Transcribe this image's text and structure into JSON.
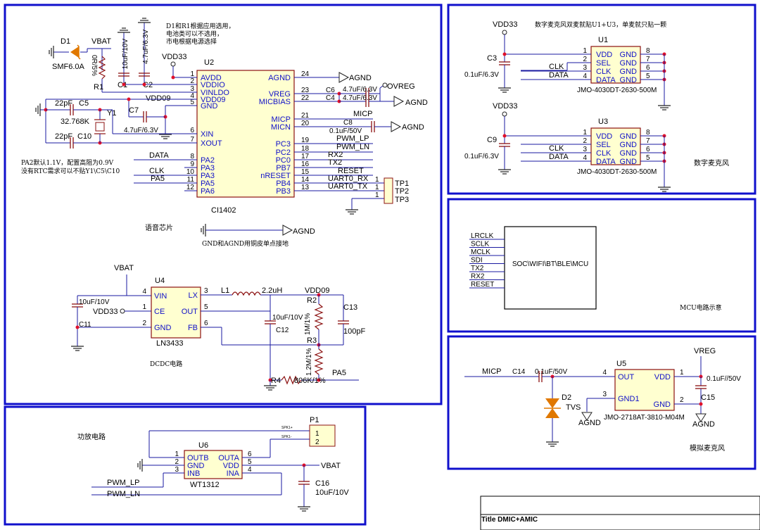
{
  "colors": {
    "frame": "#1010cc",
    "wire": "#1a1aa0",
    "body": "#8b1010",
    "fill": "#ffffd0",
    "junction": "#e0102a",
    "pin": "#1010c8",
    "text": "#000000",
    "diode": "#e07800"
  },
  "main": {
    "u2": {
      "ref": "U2",
      "part": "CI1402",
      "left_pins": [
        [
          "1",
          "AVDD"
        ],
        [
          "2",
          "VDDIO"
        ],
        [
          "3",
          "VINLDO"
        ],
        [
          "4",
          "VDD09"
        ],
        [
          "5",
          "GND"
        ],
        [
          "6",
          "XIN"
        ],
        [
          "7",
          "XOUT"
        ],
        [
          "8",
          "PA2"
        ],
        [
          "9",
          "PA3"
        ],
        [
          "10",
          "PA3"
        ],
        [
          "11",
          "PA5"
        ],
        [
          "12",
          "PA6"
        ]
      ],
      "right_pins": [
        [
          "24",
          "AGND"
        ],
        [
          "23",
          "VREG"
        ],
        [
          "22",
          "MICBIAS"
        ],
        [
          "21",
          "MICP"
        ],
        [
          "20",
          "MICN"
        ],
        [
          "19",
          "PC3"
        ],
        [
          "18",
          "PC2"
        ],
        [
          "17",
          "PC0"
        ],
        [
          "16",
          "PB7"
        ],
        [
          "15",
          "nRESET"
        ],
        [
          "14",
          "PB4"
        ],
        [
          "13",
          "PB3"
        ]
      ]
    },
    "note1": [
      "D1和R1根据应用选用，",
      "电池类可以不选用，",
      "市电根据电源选择"
    ],
    "note2": [
      "PA2默认1.1V，配置高阻为0.9V",
      "没有RTC需求可以不贴Y1\\C5\\C10"
    ],
    "label_chip": "语音芯片",
    "label_gnd": "GND和AGND用铜皮单点接地",
    "label_dcdc": "DCDC电路",
    "d1": {
      "ref": "D1",
      "part": "SMF6.0A"
    },
    "r1": {
      "ref": "R1",
      "val": "0R/5%"
    },
    "c1": {
      "ref": "C1",
      "val": "10uF/10V"
    },
    "c2": {
      "ref": "C2",
      "val": "4.7uF/6.3V"
    },
    "c5": {
      "ref": "C5",
      "val": "22pF"
    },
    "c10": {
      "ref": "C10",
      "val": "22pF"
    },
    "y1": {
      "ref": "Y1",
      "val": "32.768K"
    },
    "c7": {
      "ref": "C7",
      "val": "4.7uF/6.3V"
    },
    "c6": {
      "ref": "C6",
      "val": "4.7uF/6.3V"
    },
    "c4": {
      "ref": "C4",
      "val": "4.7uF/6.3V"
    },
    "c8": {
      "ref": "C8",
      "val": "0.1uF/50V"
    },
    "nets": {
      "vbat": "VBAT",
      "vdd33": "VDD33",
      "vdd09": "VDD09",
      "agnd": "AGND",
      "ovreg": "OVREG",
      "micp": "MICP",
      "data": "DATA",
      "clk": "CLK",
      "pa5": "PA5",
      "pwm_lp": "PWM_LP",
      "pwm_ln": "PWM_LN",
      "rx2": "RX2",
      "tx2": "TX2",
      "reset": "RESET",
      "uart_rx": "UART0_RX",
      "uart_tx": "UART0_TX"
    },
    "tp": [
      [
        "1",
        "TP1"
      ],
      [
        "1",
        "TP2"
      ],
      [
        "1",
        "TP3"
      ]
    ],
    "u4": {
      "ref": "U4",
      "part": "LN3433",
      "left_pins": [
        [
          "4",
          "VIN"
        ],
        [
          "1",
          "CE"
        ],
        [
          "2",
          "GND"
        ]
      ],
      "right_pins": [
        [
          "3",
          "LX"
        ],
        [
          "5",
          "OUT"
        ],
        [
          "6",
          "FB"
        ]
      ]
    },
    "l1": {
      "ref": "L1",
      "val": "2.2uH"
    },
    "c11": {
      "ref": "C11",
      "val": "10uF/10V"
    },
    "c12": {
      "ref": "C12",
      "val": "10uF/10V"
    },
    "c13": {
      "ref": "C13",
      "val": "100pF"
    },
    "r2": {
      "ref": "R2",
      "val": "1M/1%"
    },
    "r3": {
      "ref": "R3",
      "val": "1.2M/1%"
    },
    "r4": {
      "ref": "R4",
      "val": "806K/1%"
    }
  },
  "amp": {
    "label": "功放电路",
    "u6": {
      "ref": "U6",
      "part": "WT1312",
      "left_pins": [
        [
          "1",
          "OUTB"
        ],
        [
          "2",
          "GND"
        ],
        [
          "3",
          "INB"
        ]
      ],
      "right_pins": [
        [
          "6",
          "OUTA"
        ],
        [
          "5",
          "VDD"
        ],
        [
          "4",
          "INA"
        ]
      ]
    },
    "p1": {
      "ref": "P1",
      "pins": [
        "1",
        "2"
      ],
      "nets": [
        "SPK1+",
        "SPK1-"
      ]
    },
    "c16": {
      "ref": "C16",
      "val": "10uF/10V"
    },
    "vbat": "VBAT",
    "pwm_lp": "PWM_LP",
    "pwm_ln": "PWM_LN"
  },
  "dmic": {
    "note": "数字麦克风双麦就贴U1+U3，单麦就只贴一颗",
    "label": "数字麦克风",
    "mics": [
      {
        "ref": "U1",
        "part": "JMO-4030DT-2630-500M",
        "cap_ref": "C3",
        "cap_val": "0.1uF/6.3V",
        "net": "VDD33"
      },
      {
        "ref": "U3",
        "part": "JMO-4030DT-2630-500M",
        "cap_ref": "C9",
        "cap_val": "0.1uF/6.3V",
        "net": "VDD33"
      }
    ],
    "left_pins": [
      [
        "1",
        "VDD"
      ],
      [
        "2",
        "SEL"
      ],
      [
        "3",
        "CLK"
      ],
      [
        "4",
        "DATA"
      ]
    ],
    "right_pins": [
      [
        "8",
        "GND"
      ],
      [
        "7",
        "GND"
      ],
      [
        "6",
        "GND"
      ],
      [
        "5",
        "GND"
      ]
    ],
    "clk": "CLK",
    "data": "DATA"
  },
  "mcu": {
    "block": "SOC\\WIFI\\BT\\BLE\\MCU",
    "label": "MCU电路示意",
    "signals": [
      "LRCLK",
      "SCLK",
      "MCLK",
      "SDI",
      "TX2",
      "RX2",
      "RESET"
    ]
  },
  "amic": {
    "label": "模拟麦克风",
    "u5": {
      "ref": "U5",
      "part": "JMO-2718AT-3810-M04M",
      "left_pins": [
        [
          "4",
          "OUT"
        ],
        [
          "3",
          "GND1"
        ]
      ],
      "right_pins": [
        [
          "1",
          "VDD"
        ],
        [
          "2",
          "GND"
        ]
      ]
    },
    "c14": {
      "ref": "C14",
      "val": "0.1uF/50V"
    },
    "c15": {
      "ref": "C15",
      "val": "0.1uF//50V"
    },
    "d2": {
      "ref": "D2",
      "part": "TVS"
    },
    "micp": "MICP",
    "vreg": "VREG",
    "agnd": "AGND"
  },
  "title_block": {
    "title": "Title DMIC+AMIC"
  }
}
